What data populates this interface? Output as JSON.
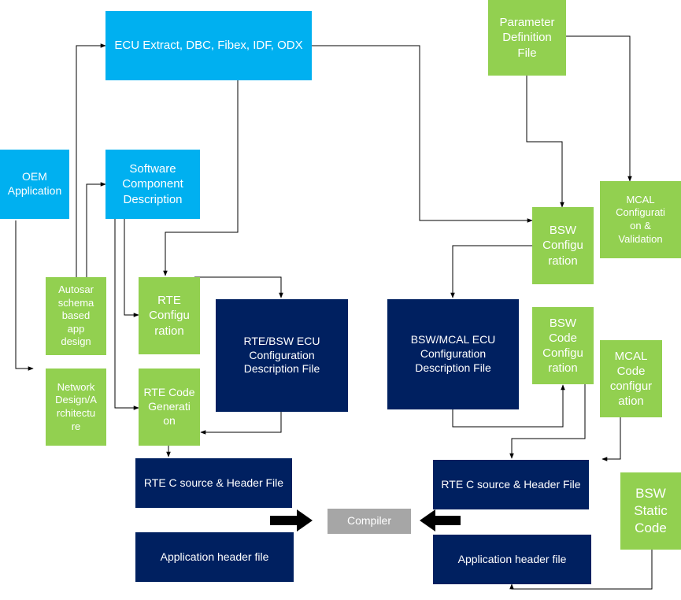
{
  "colors": {
    "blue": "#00b0f0",
    "green": "#92d050",
    "navy": "#002060",
    "grey": "#a6a6a6",
    "line": "#000000"
  },
  "diagram": {
    "boxes": {
      "ecu_extract": "ECU Extract, DBC, Fibex, IDF, ODX",
      "oem_application": "OEM\nApplication",
      "software_component_description": "Software\nComponent\nDescription",
      "parameter_definition_file": "Parameter\nDefinition\nFile",
      "mcal_configuration_validation": "MCAL\nConfigurati\non &\nValidation",
      "bsw_configuration": "BSW\nConfigu\nration",
      "autosar_schema_app_design": "Autosar\nschema\nbased\napp\ndesign",
      "rte_configuration": "RTE\nConfigu\nration",
      "rte_bsw_ecu_config_description_file": "RTE/BSW ECU\nConfiguration\nDescription File",
      "bsw_mcal_ecu_config_description_file": "BSW/MCAL ECU\nConfiguration\nDescription File",
      "bsw_code_configuration": "BSW\nCode\nConfigu\nration",
      "mcal_code_configuration": "MCAL\nCode\nconfigur\nation",
      "network_design_architecture": "Network\nDesign/A\nrchitectu\nre",
      "rte_code_generation": "RTE Code\nGenerati\non",
      "rte_c_source_header_left": "RTE C source & Header File",
      "rte_c_source_header_right": "RTE C source & Header File",
      "compiler": "Compiler",
      "application_header_left": "Application header file",
      "application_header_right": "Application header file",
      "bsw_static_code": "BSW\nStatic\nCode"
    }
  }
}
